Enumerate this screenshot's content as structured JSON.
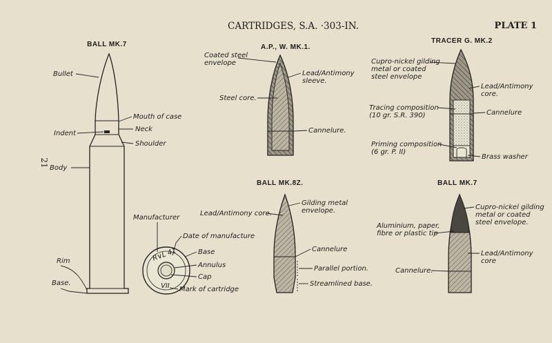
{
  "header": {
    "title": "CARTRIDGES, S.A. ·303-IN.",
    "plate": "PLATE 1",
    "page_number": "21"
  },
  "ball_mk7_full": {
    "caption": "BALL MK.7",
    "labels": {
      "bullet": "Bullet",
      "mouth": "Mouth of case",
      "indent": "Indent",
      "neck": "Neck",
      "shoulder": "Shoulder",
      "body": "Body",
      "rim": "Rim",
      "base": "Base."
    }
  },
  "headstamp": {
    "stamp_top": "R∨L 41",
    "stamp_bottom": "VII",
    "labels": {
      "manufacturer": "Manufacturer",
      "date": "Date of manufacture",
      "base": "Base",
      "annulus": "Annulus",
      "cap": "Cap",
      "mark": "Mark of cartridge"
    }
  },
  "ap_w_mk1": {
    "caption": "A.P., W. MK.1.",
    "labels": {
      "envelope": "Coated steel\nenvelope",
      "sleeve": "Lead/Antimony\nsleeve.",
      "core": "Steel core.",
      "cannelure": "Cannelure."
    }
  },
  "tracer": {
    "caption": "TRACER G. MK.2",
    "labels": {
      "envelope": "Cupro-nickel gilding\nmetal or coated\nsteel envelope",
      "core": "Lead/Antimony\ncore.",
      "tracing": "Tracing composition\n(10 gr. S.R. 390)",
      "cannelure": "Cannelure",
      "priming": "Priming composition\n(6 gr. P. II)",
      "washer": "Brass washer"
    }
  },
  "ball_mk8z": {
    "caption": "BALL MK.8Z.",
    "labels": {
      "core": "Lead/Antimony core.",
      "envelope": "Gilding metal\nenvelope.",
      "cannelure": "Cannelure",
      "parallel": "Parallel portion.",
      "streamlined": "Streamlined base."
    }
  },
  "ball_mk7_bullet": {
    "caption": "BALL MK.7",
    "labels": {
      "envelope": "Cupro-nickel gilding\nmetal or coated\nsteel envelope.",
      "tip": "Aluminium, paper,\nfibre or plastic tip",
      "core": "Lead/Antimony\ncore",
      "cannelure": "Cannelure."
    }
  }
}
